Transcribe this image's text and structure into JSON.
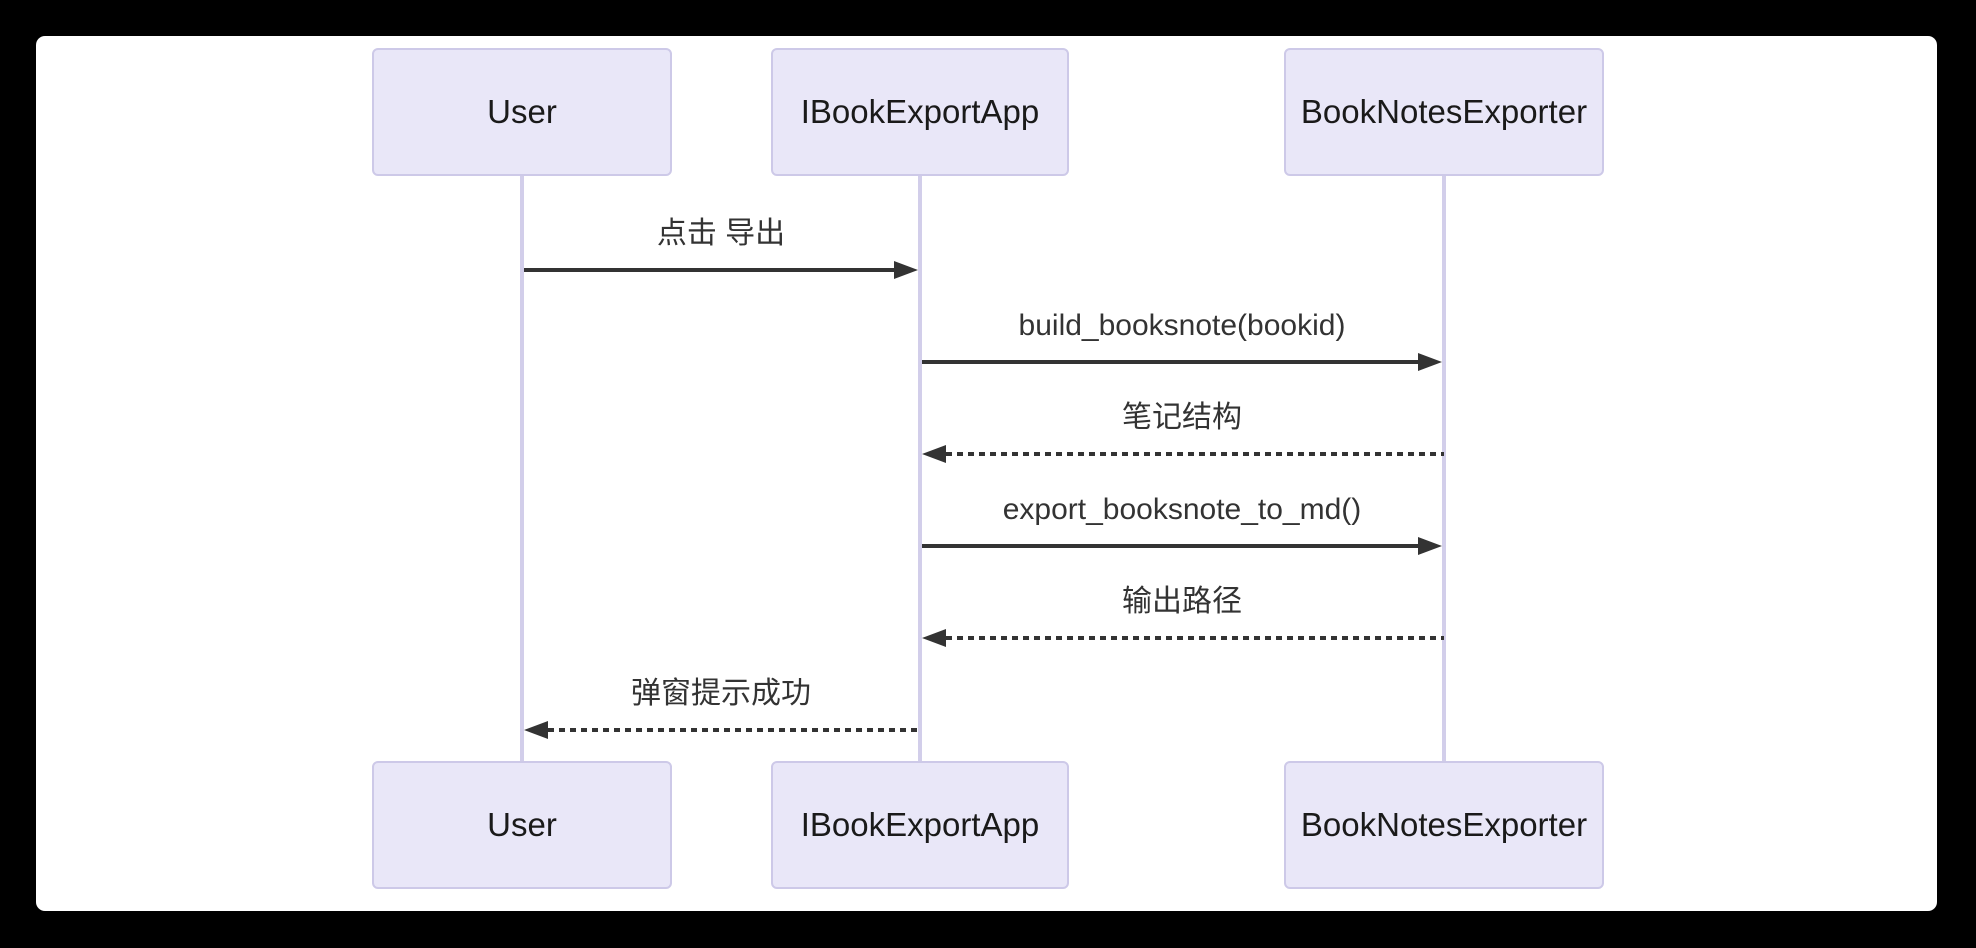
{
  "diagram": {
    "type": "sequence",
    "actors": [
      {
        "id": "user",
        "label": "User"
      },
      {
        "id": "app",
        "label": "IBookExportApp"
      },
      {
        "id": "exporter",
        "label": "BookNotesExporter"
      }
    ],
    "messages": [
      {
        "from": "User",
        "to": "IBookExportApp",
        "label": "点击 导出",
        "line": "solid"
      },
      {
        "from": "IBookExportApp",
        "to": "BookNotesExporter",
        "label": "build_booksnote(bookid)",
        "line": "solid"
      },
      {
        "from": "BookNotesExporter",
        "to": "IBookExportApp",
        "label": "笔记结构",
        "line": "dashed"
      },
      {
        "from": "IBookExportApp",
        "to": "BookNotesExporter",
        "label": "export_booksnote_to_md()",
        "line": "solid"
      },
      {
        "from": "BookNotesExporter",
        "to": "IBookExportApp",
        "label": "输出路径",
        "line": "dashed"
      },
      {
        "from": "IBookExportApp",
        "to": "User",
        "label": "弹窗提示成功",
        "line": "dashed"
      }
    ],
    "colors": {
      "page_bg": "#000000",
      "panel_bg": "#ffffff",
      "actor_fill": "#E9E7F8",
      "actor_border": "#CDC9E8",
      "lifeline": "#D2CEEA",
      "arrow": "#333333",
      "message_text": "#333333",
      "actor_text": "#1a1a1a"
    }
  }
}
